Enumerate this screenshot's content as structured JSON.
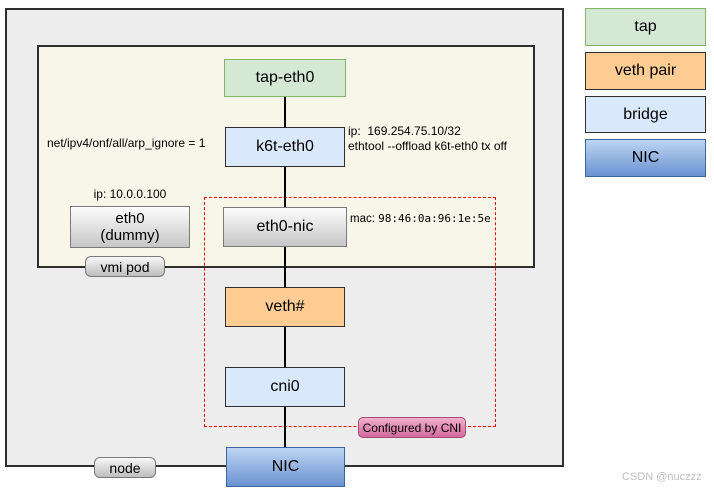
{
  "containers": {
    "node_label": "node",
    "vmi_pod_label": "vmi pod"
  },
  "nodes": {
    "tap_eth0": "tap-eth0",
    "k6t_eth0": "k6t-eth0",
    "eth0_dummy_line1": "eth0",
    "eth0_dummy_line2": "(dummy)",
    "eth0_nic": "eth0-nic",
    "veth": "veth#",
    "cni0": "cni0",
    "nic": "NIC"
  },
  "annotations": {
    "arp_ignore": "net/ipv4/onf/all/arp_ignore = 1",
    "dummy_ip": "ip: 10.0.0.100",
    "k6t_ip": "ip:  169.254.75.10/32",
    "k6t_ethtool": "ethtool --offload k6t-eth0 tx off",
    "mac_label": "mac: ",
    "mac_value": "98:46:0a:96:1e:5e",
    "cni_badge": "Configured by CNI"
  },
  "legend": {
    "items": [
      {
        "label": "tap",
        "type": "tap"
      },
      {
        "label": "veth pair",
        "type": "veth"
      },
      {
        "label": "bridge",
        "type": "bridge"
      },
      {
        "label": "NIC",
        "type": "nic"
      }
    ]
  },
  "colors": {
    "tap_fill": "#d5e8d4",
    "tap_border": "#82b366",
    "bridge_fill": "#dae8fc",
    "veth_fill": "#ffcc94",
    "nic_gradient_top": "#bcd5f2",
    "nic_gradient_bottom": "#6b93d2",
    "dashed_region": "#ff0000",
    "badge_pink": "#d3699d"
  },
  "watermark": "CSDN @nuczzz"
}
